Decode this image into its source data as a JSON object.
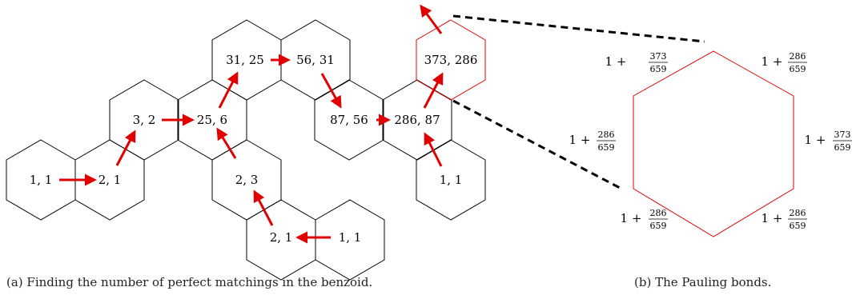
{
  "figure_a": {
    "caption": "(a)  Finding the number of perfect matchings in the benzoid.",
    "hexes": [
      {
        "label": "1, 1"
      },
      {
        "label": "2, 1"
      },
      {
        "label": "3, 2"
      },
      {
        "label": "25, 6"
      },
      {
        "label": "31, 25"
      },
      {
        "label": "56, 31"
      },
      {
        "label": "2, 3"
      },
      {
        "label": "2, 1"
      },
      {
        "label": "1, 1"
      },
      {
        "label": "87, 56"
      },
      {
        "label": "286, 87"
      },
      {
        "label": "373, 286"
      },
      {
        "label": "1, 1"
      }
    ]
  },
  "figure_b": {
    "caption": "(b)  The Pauling bonds.",
    "bonds": [
      {
        "prefix": "1 +",
        "num": "373",
        "den": "659"
      },
      {
        "prefix": "1 +",
        "num": "286",
        "den": "659"
      },
      {
        "prefix": "1 +",
        "num": "286",
        "den": "659"
      },
      {
        "prefix": "1 +",
        "num": "373",
        "den": "659"
      },
      {
        "prefix": "1 +",
        "num": "286",
        "den": "659"
      },
      {
        "prefix": "1 +",
        "num": "286",
        "den": "659"
      }
    ]
  },
  "colors": {
    "arrow": "#e00000",
    "highlight": "#e00000",
    "line": "#000000"
  }
}
